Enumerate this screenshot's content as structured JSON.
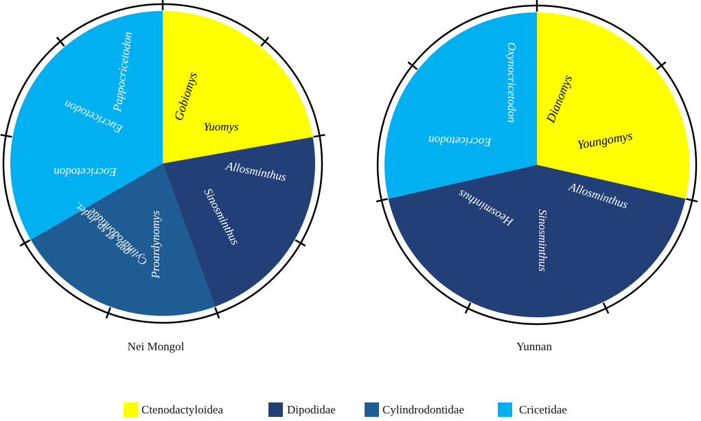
{
  "chart_data": [
    {
      "type": "pie",
      "title": "Nei Mongol",
      "slices": [
        {
          "family": "Ctenodactyloidea",
          "value": 4,
          "genera": [
            "Gobiomys",
            "Yuomys"
          ]
        },
        {
          "family": "Dipodidae",
          "value": 4,
          "genera": [
            "Allosminthus",
            "Sinosminthus"
          ]
        },
        {
          "family": "Cylindrodontidae",
          "value": 4,
          "genera": [
            "Proardynomys",
            "Cylindrodontidae gen. et sp. indet."
          ]
        },
        {
          "family": "Cricetidae",
          "value": 6,
          "genera": [
            "Eocricetodon",
            "Eucricetodon",
            "Pappocricetodon"
          ]
        }
      ]
    },
    {
      "type": "pie",
      "title": "Yunnan",
      "slices": [
        {
          "family": "Ctenodactyloidea",
          "value": 4,
          "genera": [
            "Dianomys",
            "Youngomys"
          ]
        },
        {
          "family": "Dipodidae",
          "value": 6,
          "genera": [
            "Allosminthus",
            "Sinosminthus",
            "Heosminthus"
          ]
        },
        {
          "family": "Cricetidae",
          "value": 4,
          "genera": [
            "Eocricetodon",
            "Oxynocricetodon"
          ]
        }
      ]
    }
  ],
  "charts": [
    {
      "caption": "Nei Mongol",
      "labels": [
        "Gobiomys",
        "Yuomys",
        "Allosminthus",
        "Sinosminthus",
        "Proardynomys",
        "Cylindrodontidae",
        "gen. et sp. indet.",
        "Eocricetodon",
        "Eucricetodon",
        "Pappocricetodon"
      ]
    },
    {
      "caption": "Yunnan",
      "labels": [
        "Dianomys",
        "Youngomys",
        "Allosminthus",
        "Sinosminthus",
        "Heosminthus",
        "Eocricetodon",
        "Oxynocricetodon"
      ]
    }
  ],
  "legend": [
    {
      "label": "Ctenodactyloidea",
      "color": "#ffff00"
    },
    {
      "label": "Dipodidae",
      "color": "#233f78"
    },
    {
      "label": "Cylindrodontidae",
      "color": "#1f5c94"
    },
    {
      "label": "Cricetidae",
      "color": "#00b0f0"
    }
  ],
  "colors": {
    "Ctenodactyloidea": "#ffff00",
    "Dipodidae": "#233f78",
    "Cylindrodontidae": "#1f5c94",
    "Cricetidae": "#00b0f0",
    "ring": "#000000",
    "label_light": "#ffffff",
    "label_dark": "#000000"
  }
}
